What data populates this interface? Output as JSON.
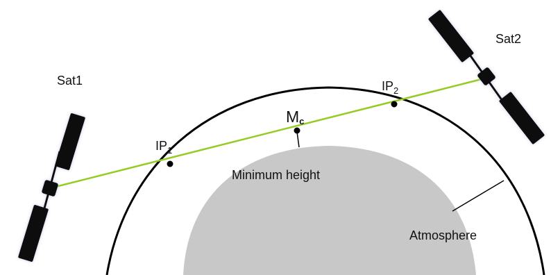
{
  "labels": {
    "sat1": "Sat1",
    "sat2": "Sat2",
    "ip1": {
      "base": "IP",
      "sub": "1"
    },
    "ip2": {
      "base": "IP",
      "sub": "2"
    },
    "mc": {
      "base": "M",
      "sub": "c"
    },
    "minimum_height": "Minimum height",
    "atmosphere": "Atmosphere"
  },
  "colors": {
    "background": "#ffffff",
    "earth": "#c8c8c8",
    "atmosphere_boundary": "#000000",
    "signal_path": "#94cc22",
    "satellite_panel": "#111111",
    "satellite_glow": "#c6cbe6",
    "point": "#000000"
  }
}
